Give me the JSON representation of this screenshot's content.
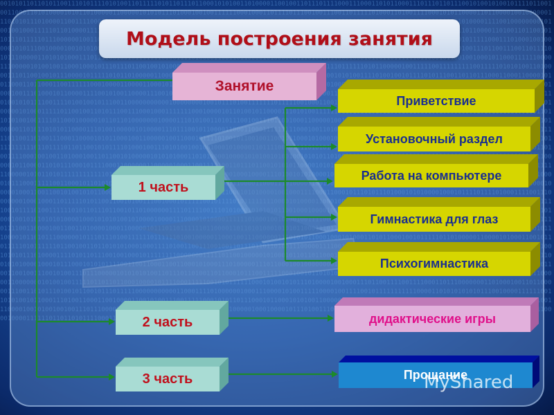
{
  "title": "Модель построения занятия",
  "root": {
    "label": "Занятие"
  },
  "parts": [
    {
      "label": "1 часть"
    },
    {
      "label": "2 часть"
    },
    {
      "label": "3 часть"
    }
  ],
  "part1_items": [
    {
      "label": "Приветствие"
    },
    {
      "label": "Установочный раздел"
    },
    {
      "label": "Работа на компьютере"
    },
    {
      "label": "Гимнастика для глаз"
    },
    {
      "label": "Психогимнастика"
    }
  ],
  "part2_item": {
    "label": "дидактические игры"
  },
  "part3_item": {
    "label": "Прощание"
  },
  "watermark": "MyShared",
  "colors": {
    "root_front": "#e6b4d6",
    "root_top": "#cf8fbf",
    "root_side": "#b56aa3",
    "root_text": "#b0102a",
    "part_front": "#a9dcd4",
    "part_top": "#86c6bd",
    "part_side": "#62a89f",
    "part_text": "#c0101c",
    "item_front": "#d6d600",
    "item_top": "#a8a800",
    "item_side": "#8c8c00",
    "item_text": "#1a2f8f",
    "didactic_front": "#e2b0dc",
    "didactic_top": "#c07ab8",
    "didactic_side": "#a95fa0",
    "didactic_text": "#e0108a",
    "farewell_front": "#1e88d0",
    "farewell_top": "#0010a0",
    "farewell_side": "#000a78",
    "farewell_text": "#ffffff",
    "connector": "#1c8a2a"
  }
}
